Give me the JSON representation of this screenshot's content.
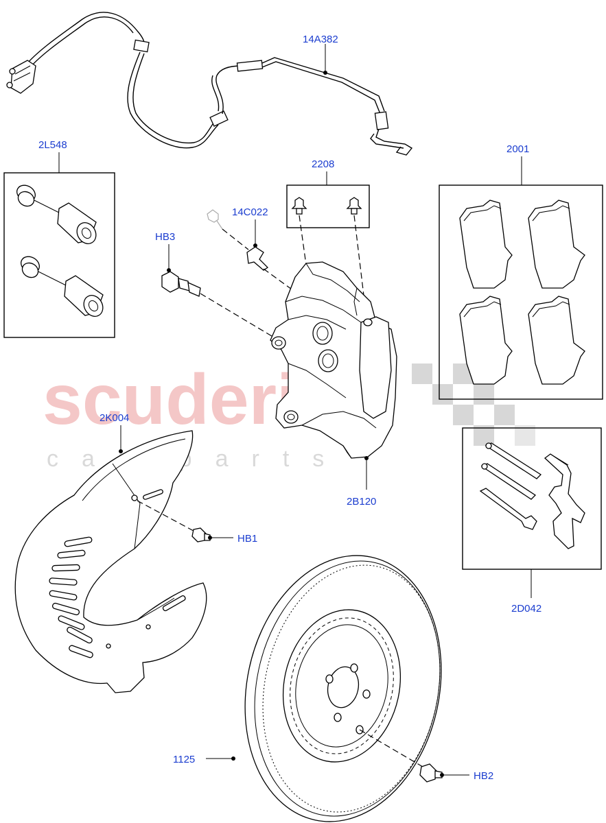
{
  "watermark": {
    "brand": "scuderia",
    "sub": "car parts"
  },
  "callouts": {
    "c14A382": "14A382",
    "c2L548": "2L548",
    "c2208": "2208",
    "c2001": "2001",
    "c14C022": "14C022",
    "cHB3": "HB3",
    "c2K004": "2K004",
    "c2B120": "2B120",
    "cHB1": "HB1",
    "c2D042": "2D042",
    "c1125": "1125",
    "cHB2": "HB2"
  },
  "colors": {
    "callout": "#1a3ccf",
    "watermark_brand": "#f4c7c7",
    "line": "#000000"
  }
}
